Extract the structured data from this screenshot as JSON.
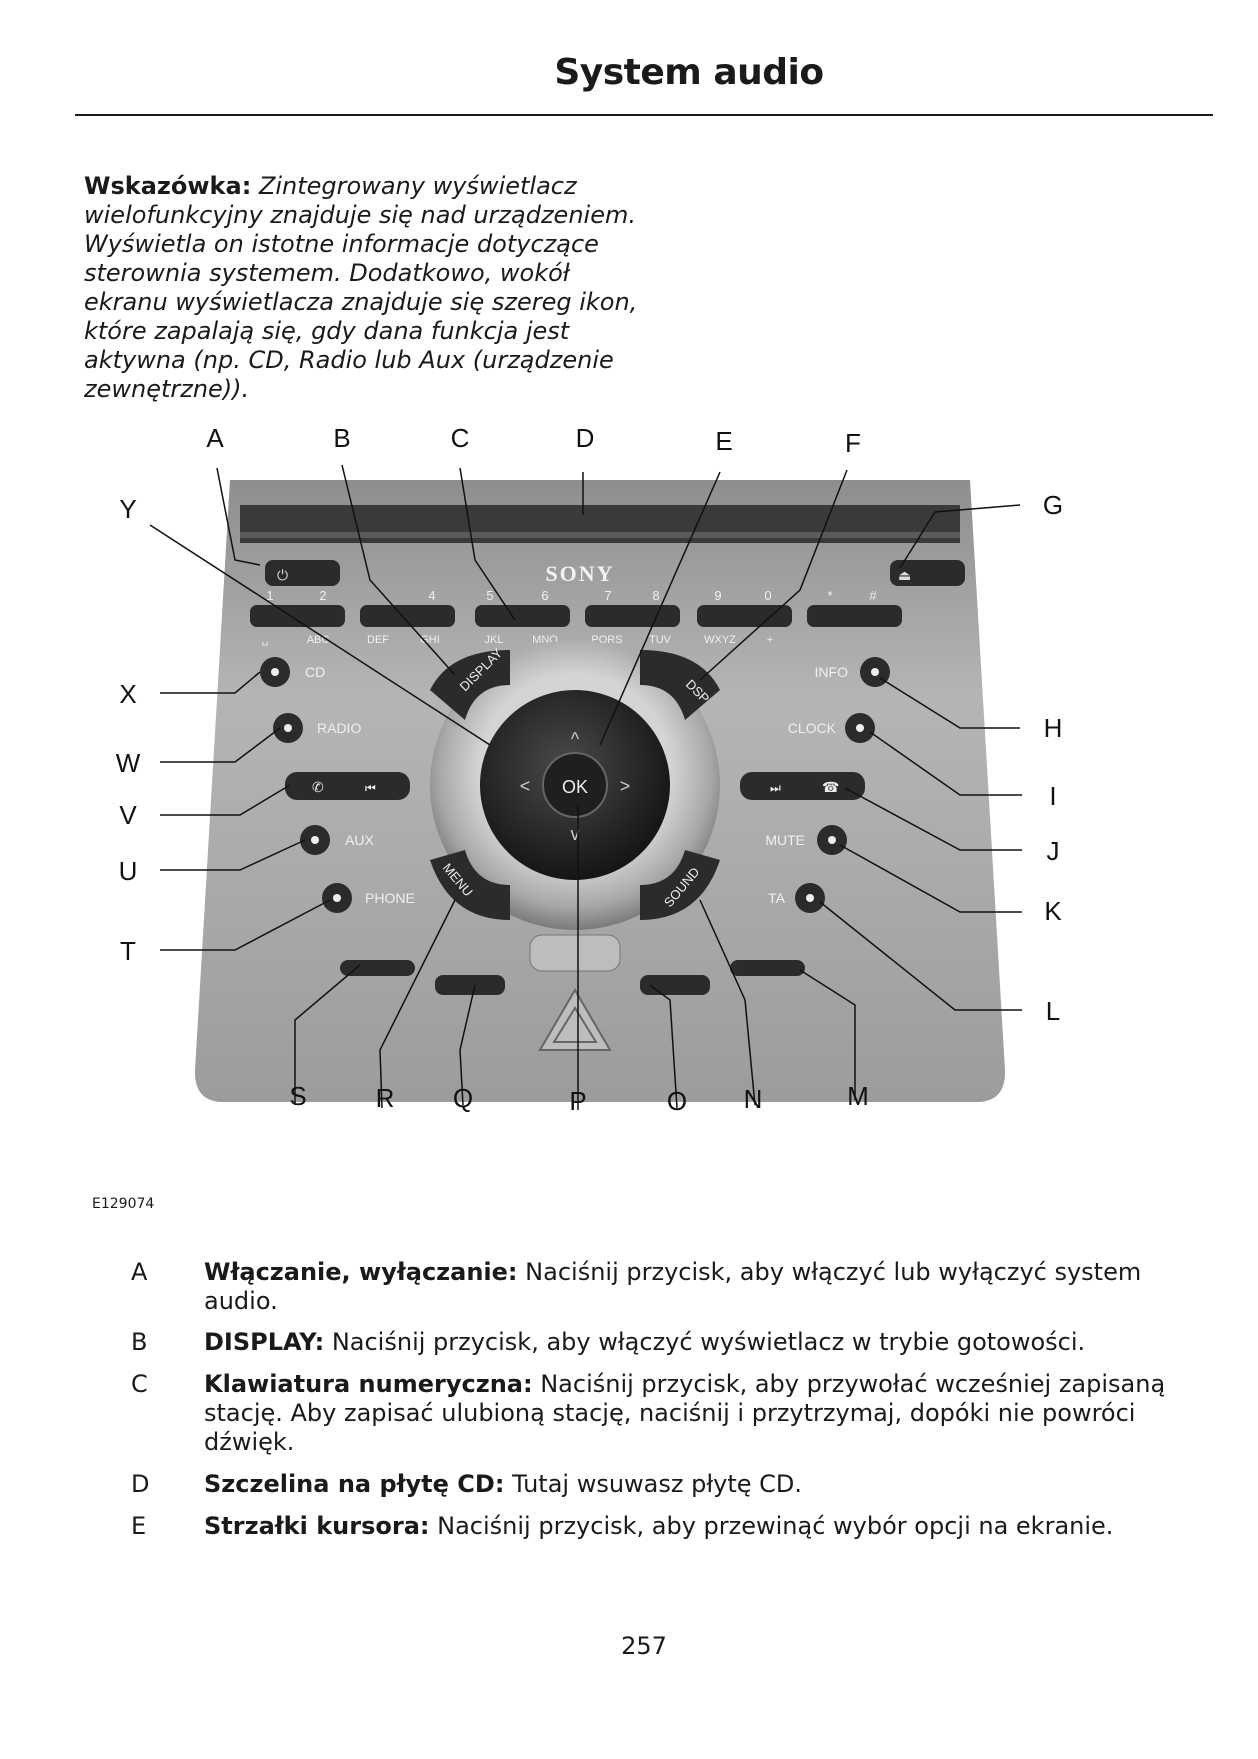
{
  "header": {
    "title": "System audio"
  },
  "note": {
    "label": "Wskazówka:",
    "text": "Zintegrowany wyświetlacz wielofunkcyjny znajduje się nad urządzeniem. Wyświetla on istotne informacje dotyczące sterownia systemem. Dodatkowo, wokół ekranu wyświetlacza znajduje się szereg ikon, które zapalają się, gdy dana funkcja jest aktywna (np. CD, Radio lub Aux (urządzenie zewnętrzne))."
  },
  "diagram": {
    "figure_id": "E129074",
    "brand": "SONY",
    "callouts": [
      "A",
      "B",
      "C",
      "D",
      "E",
      "F",
      "G",
      "H",
      "I",
      "J",
      "K",
      "L",
      "M",
      "N",
      "O",
      "P",
      "Q",
      "R",
      "S",
      "T",
      "U",
      "V",
      "W",
      "X",
      "Y"
    ],
    "buttons": {
      "cd": "CD",
      "radio": "RADIO",
      "aux": "AUX",
      "phone": "PHONE",
      "info": "INFO",
      "clock": "CLOCK",
      "mute": "MUTE",
      "ta": "TA",
      "display": "DISPLAY",
      "dsp": "DSP",
      "menu": "MENU",
      "sound": "SOUND",
      "ok": "OK"
    },
    "keypad_numbers": [
      "1",
      "2",
      "4",
      "5",
      "6",
      "7",
      "8",
      "9",
      "0",
      "*",
      "#"
    ],
    "keypad_letters": [
      "␣",
      "ABC",
      "DEF",
      "GHI",
      "JKL",
      "MNO",
      "PQRS",
      "TUV",
      "WXYZ",
      "+"
    ]
  },
  "legend": [
    {
      "letter": "A",
      "term": "Włączanie, wyłączanie:",
      "text": "Naciśnij przycisk, aby włączyć lub wyłączyć system audio."
    },
    {
      "letter": "B",
      "term": "DISPLAY:",
      "text": "Naciśnij przycisk, aby włączyć wyświetlacz w trybie gotowości."
    },
    {
      "letter": "C",
      "term": "Klawiatura numeryczna:",
      "text": "Naciśnij przycisk, aby przywołać wcześniej zapisaną stację. Aby zapisać ulubioną stację, naciśnij i przytrzymaj, dopóki nie powróci dźwięk."
    },
    {
      "letter": "D",
      "term": "Szczelina na płytę CD:",
      "text": "Tutaj wsuwasz płytę CD."
    },
    {
      "letter": "E",
      "term": "Strzałki kursora:",
      "text": "Naciśnij przycisk, aby przewinąć wybór opcji na ekranie."
    }
  ],
  "footer": {
    "page_number": "257"
  }
}
